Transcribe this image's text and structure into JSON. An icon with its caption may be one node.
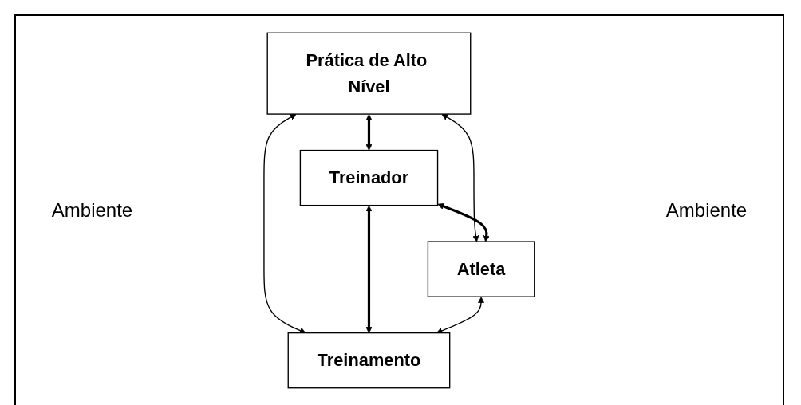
{
  "diagram": {
    "nodes": [
      {
        "text": [
          "Prática de Alto Nível"
        ]
      },
      {
        "text": [
          "Treinador"
        ]
      },
      {
        "text": [
          "Atleta"
        ]
      },
      {
        "text": [
          "Treinamento"
        ]
      }
    ],
    "edges": [
      {
        "from": 0,
        "to": 1,
        "arrow": "both",
        "style": "thick"
      },
      {
        "from": 0,
        "to": 2,
        "arrow": "both"
      },
      {
        "from": 0,
        "to": 3,
        "arrow": "both"
      },
      {
        "from": 1,
        "to": 2,
        "arrow": "both",
        "style": "thick"
      },
      {
        "from": 1,
        "to": 3,
        "arrow": "both",
        "style": "thick"
      },
      {
        "from": 2,
        "to": 3,
        "arrow": "both"
      }
    ],
    "labels": [
      "Ambiente",
      "Ambiente"
    ]
  }
}
